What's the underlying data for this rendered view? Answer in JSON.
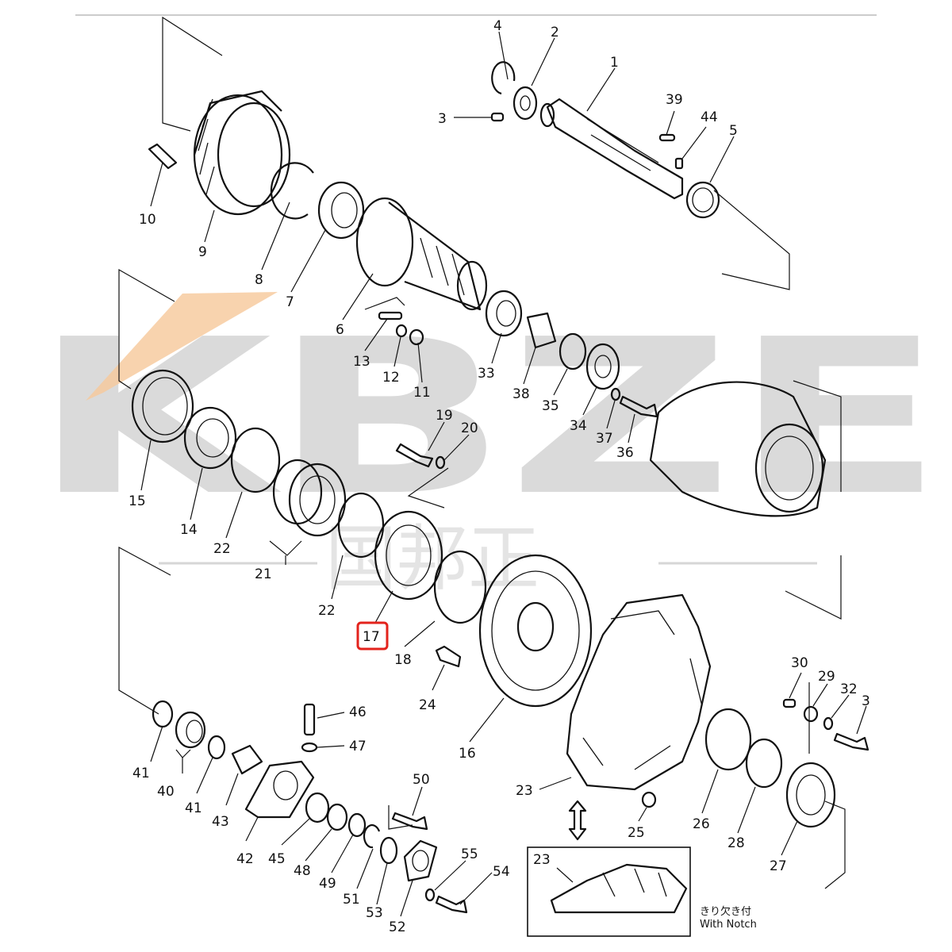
{
  "watermark": {
    "latin": "KBZE",
    "chinese": "国邦正"
  },
  "highlight": {
    "label": "17",
    "color": "#e3231c"
  },
  "inset": {
    "label": "23",
    "note_jp": "きり欠き付",
    "note_en": "With Notch"
  },
  "callouts": [
    "1",
    "2",
    "3",
    "4",
    "5",
    "6",
    "7",
    "8",
    "9",
    "10",
    "11",
    "12",
    "13",
    "14",
    "15",
    "16",
    "17",
    "18",
    "19",
    "20",
    "21",
    "22",
    "22",
    "23",
    "24",
    "25",
    "26",
    "27",
    "28",
    "29",
    "30",
    "3",
    "32",
    "33",
    "34",
    "35",
    "36",
    "37",
    "38",
    "39",
    "40",
    "41",
    "41",
    "42",
    "43",
    "44",
    "45",
    "46",
    "47",
    "48",
    "49",
    "50",
    "51",
    "52",
    "53",
    "54",
    "55"
  ]
}
